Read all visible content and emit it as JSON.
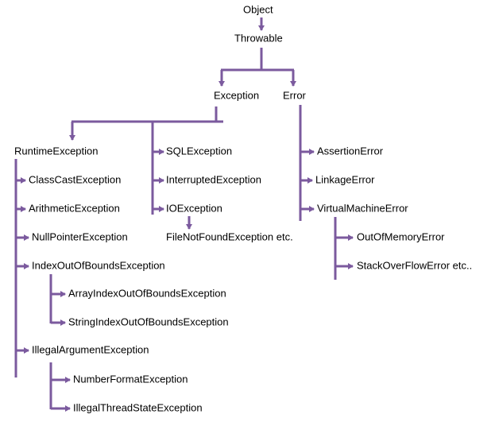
{
  "line_color": "#7b5a9e",
  "nodes": {
    "object": "Object",
    "throwable": "Throwable",
    "exception": "Exception",
    "error": "Error",
    "runtime_exception": "RuntimeException",
    "sql_exception": "SQLException",
    "interrupted_exception": "InterruptedException",
    "io_exception": "IOException",
    "file_not_found_exception": "FileNotFoundException  etc.",
    "class_cast_exception": "ClassCastException",
    "arithmetic_exception": "ArithmeticException",
    "null_pointer_exception": "NullPointerException",
    "index_out_of_bounds_exception": "IndexOutOfBoundsException",
    "array_index_out_of_bounds_exception": "ArrayIndexOutOfBoundsException",
    "string_index_out_of_bounds_exception": "StringIndexOutOfBoundsException",
    "illegal_argument_exception": "IllegalArgumentException",
    "number_format_exception": "NumberFormatException",
    "illegal_thread_state_exception": "IllegalThreadStateException",
    "assertion_error": "AssertionError",
    "linkage_error": "LinkageError",
    "virtual_machine_error": "VirtualMachineError",
    "out_of_memory_error": "OutOfMemoryError",
    "stack_overflow_error": "StackOverFlowError etc.."
  }
}
